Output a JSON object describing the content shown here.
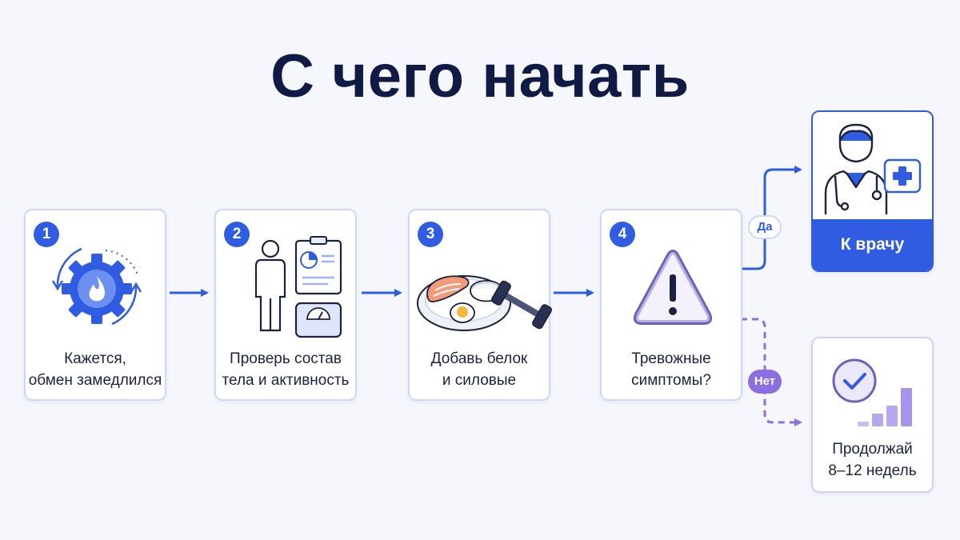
{
  "title": "С чего начать",
  "steps": [
    {
      "number": "1",
      "lines": [
        "Кажется,",
        "обмен замедлился"
      ],
      "icon": "gear-flame-icon"
    },
    {
      "number": "2",
      "lines": [
        "Проверь состав",
        "тела и активность"
      ],
      "icon": "body-scale-report-icon"
    },
    {
      "number": "3",
      "lines": [
        "Добавь белок",
        "и силовые"
      ],
      "icon": "protein-plate-dumbbell-icon"
    },
    {
      "number": "4",
      "lines": [
        "Тревожные",
        "симптомы?"
      ],
      "icon": "warning-triangle-icon"
    }
  ],
  "decision": {
    "yes": "Да",
    "no": "Нет"
  },
  "outcomes": {
    "doctor": {
      "label": "К врачу",
      "icon": "doctor-icon"
    },
    "continue": {
      "lines": [
        "Продолжай",
        "8–12 недель"
      ],
      "icon": "check-progress-chart-icon"
    }
  },
  "colors": {
    "primary": "#2f5ce0",
    "purple": "#8b6fe0",
    "title": "#0f1b45",
    "card_border": "#cfd8f7"
  }
}
